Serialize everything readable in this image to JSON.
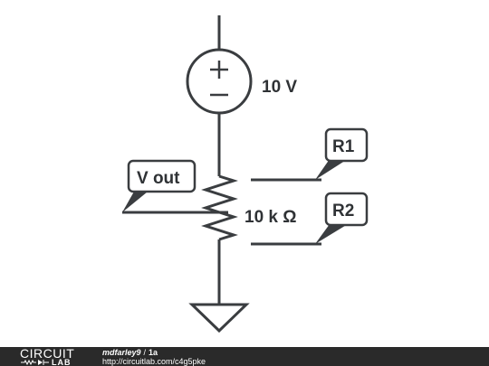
{
  "schematic": {
    "source_label": "10 V",
    "resistor_label": "10 k Ω",
    "flags": {
      "vout": "V out",
      "r1": "R1",
      "r2": "R2"
    }
  },
  "footer": {
    "logo_top": "CIRCUIT",
    "logo_bottom": "LAB",
    "author": "mdfarley9",
    "separator": "/",
    "circuit_name": "1a",
    "url": "http://circuitlab.com/c4g5pke"
  },
  "colors": {
    "wire": "#3a3d40",
    "footer_background": "#2a2a2a"
  }
}
